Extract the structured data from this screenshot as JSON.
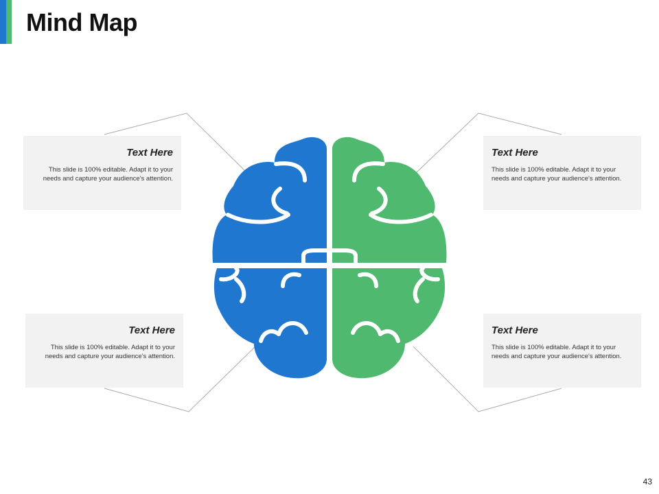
{
  "slide": {
    "title": "Mind Map",
    "page_number": "43"
  },
  "colors": {
    "blue": "#1f77d0",
    "green": "#4fb96f",
    "box_bg": "#f2f2f2",
    "connector": "#aaaaaa"
  },
  "boxes": [
    {
      "heading": "Text Here",
      "body": "This slide is 100% editable.  Adapt it to your needs and capture your audience's attention."
    },
    {
      "heading": "Text Here",
      "body": "This slide is 100% editable.  Adapt it to your needs and capture your audience's attention."
    },
    {
      "heading": "Text Here",
      "body": "This slide is 100% editable.  Adapt it to your needs and capture your audience's attention."
    },
    {
      "heading": "Text Here",
      "body": "This slide is 100% editable.  Adapt it to your needs and capture your audience's attention."
    }
  ]
}
